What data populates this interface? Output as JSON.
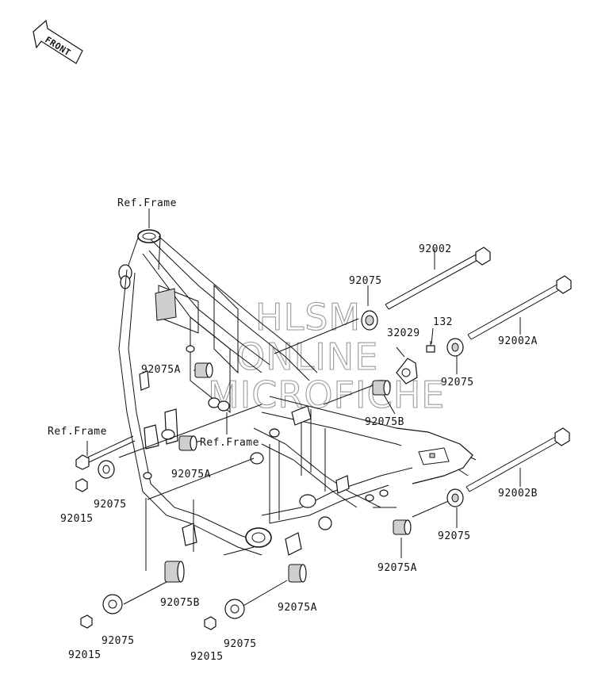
{
  "front_label": "FRONT",
  "watermark": [
    "HLSM",
    "ONLINE",
    "MICROFICHE"
  ],
  "labels": {
    "ref_frame_top": "Ref.Frame",
    "ref_frame_left": "Ref.Frame",
    "ref_frame_mid": "Ref.Frame",
    "p92002": "92002",
    "p92002A": "92002A",
    "p92002B": "92002B",
    "p92075_top": "92075",
    "p92075_right1": "92075",
    "p92075_right2": "92075",
    "p92075_left": "92075",
    "p92075_bottom_left": "92075",
    "p92075_bottom_mid": "92075",
    "p92075A_upper": "92075A",
    "p92075A_mid": "92075A",
    "p92075A_right": "92075A",
    "p92075A_bottom": "92075A",
    "p92075B_right": "92075B",
    "p92075B_bottom": "92075B",
    "p32029": "32029",
    "p132": "132",
    "p92015_left": "92015",
    "p92015_bottom_left": "92015",
    "p92015_bottom_mid": "92015"
  }
}
